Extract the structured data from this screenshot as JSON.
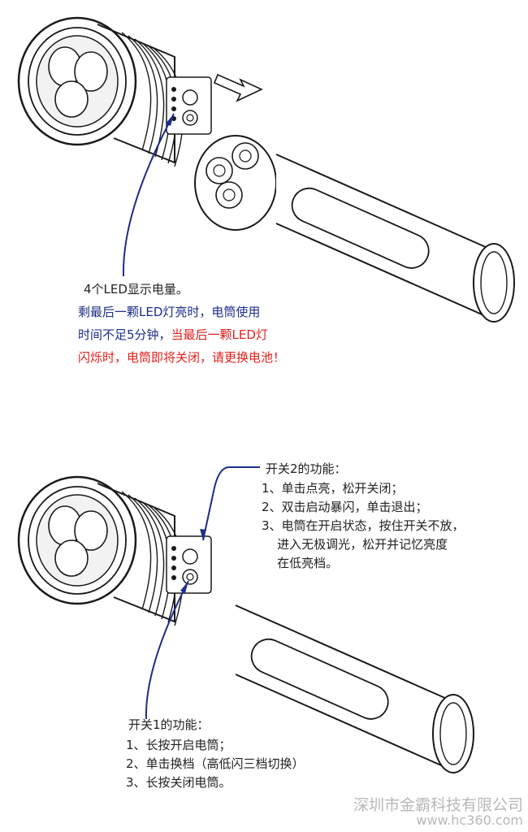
{
  "colors": {
    "line": "#1a1a1a",
    "arrow": "#1c2d8a",
    "warning": "#e0201c",
    "blue_text": "#1c2d8a",
    "body_text": "#222222",
    "watermark": "#b8b8b8"
  },
  "panel1": {
    "caption_black": "4个LED显示电量。",
    "caption_blue_1": "剩最后一颗LED灯亮时，电筒使用",
    "caption_blue_2": "时间不足5分钟，",
    "caption_red_1": "当最后一颗LED灯",
    "caption_red_2": "闪烁时，电筒即将关闭，请更换电池！"
  },
  "panel2": {
    "switch2": {
      "title": "开关2的功能：",
      "items": [
        "1、单击点亮，松开关闭；",
        "2、双击启动暴闪，单击退出；",
        "3、电筒在开启状态，按住开关不放，",
        "    进入无极调光，松开并记忆亮度",
        "    在低亮档。"
      ]
    },
    "switch1": {
      "title": "开关1的功能：",
      "items": [
        "1、长按开启电筒；",
        "2、单击换档（高低闪三档切换）",
        "3、长按关闭电筒。"
      ]
    }
  },
  "footer": {
    "company": "深圳市金霸科技有限公司",
    "site": "www.hc360.com"
  }
}
